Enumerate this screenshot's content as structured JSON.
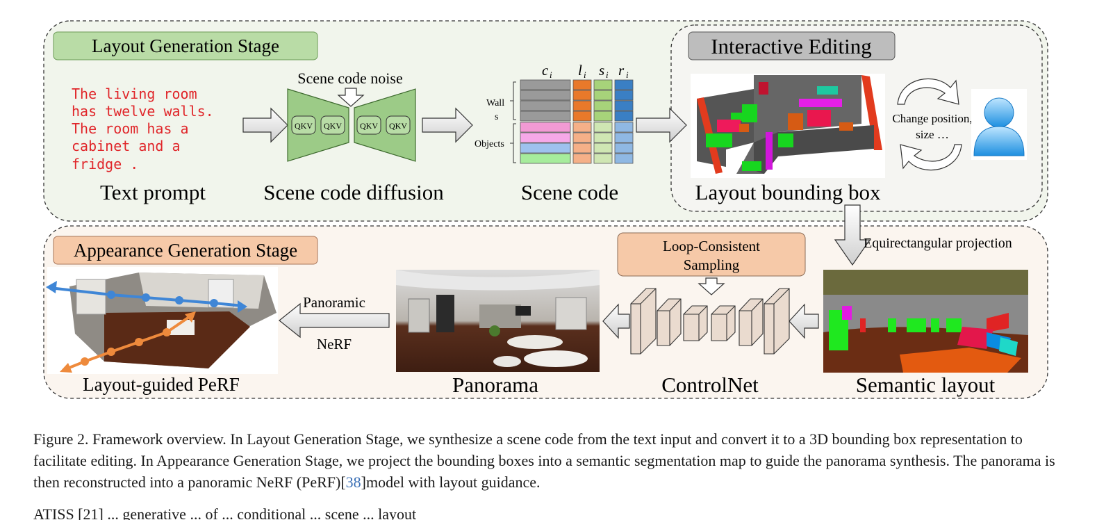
{
  "figure": {
    "stage_top": "Layout Generation Stage",
    "stage_bottom": "Appearance Generation Stage",
    "interactive_title": "Interactive Editing",
    "prompt_lines": [
      "The living room",
      "has twelve walls.",
      "The room has a",
      "cabinet and a",
      "fridge ."
    ],
    "labels": {
      "text_prompt": "Text prompt",
      "scene_code_diffusion": "Scene code diffusion",
      "scene_code": "Scene code",
      "layout_bbox": "Layout bounding box",
      "layout_perf": "Layout-guided PeRF",
      "panorama": "Panorama",
      "controlnet": "ControlNet",
      "semantic_layout": "Semantic layout"
    },
    "noise_label": "Scene code noise",
    "qkv": "QKV",
    "scene_code_headers": [
      "c",
      "l",
      "s",
      "r"
    ],
    "scene_code_subscript": "i",
    "walls_label_1": "Wall",
    "walls_label_2": "s",
    "objects_label": "Objects",
    "edit_text_1": "Change position,",
    "edit_text_2": "size …",
    "equirect": "Equirectangular projection",
    "loop_1": "Loop-Consistent",
    "loop_2": "Sampling",
    "panoramic": "Panoramic",
    "nerf": "NeRF"
  },
  "caption": {
    "text": "Figure 2. Framework overview. In Layout Generation Stage, we synthesize a scene code from the text input and convert it to a 3D bounding box representation to facilitate editing. In Appearance Generation Stage, we project the bounding boxes into a semantic segmentation map to guide the panorama synthesis. The panorama is then reconstructed into a panoramic NeRF (PeRF)[",
    "ref": "38",
    "tail": "]model with layout guidance."
  },
  "next_paragraph": "ATISS [21] ... generative ... of ... conditional ... scene ... layout"
}
